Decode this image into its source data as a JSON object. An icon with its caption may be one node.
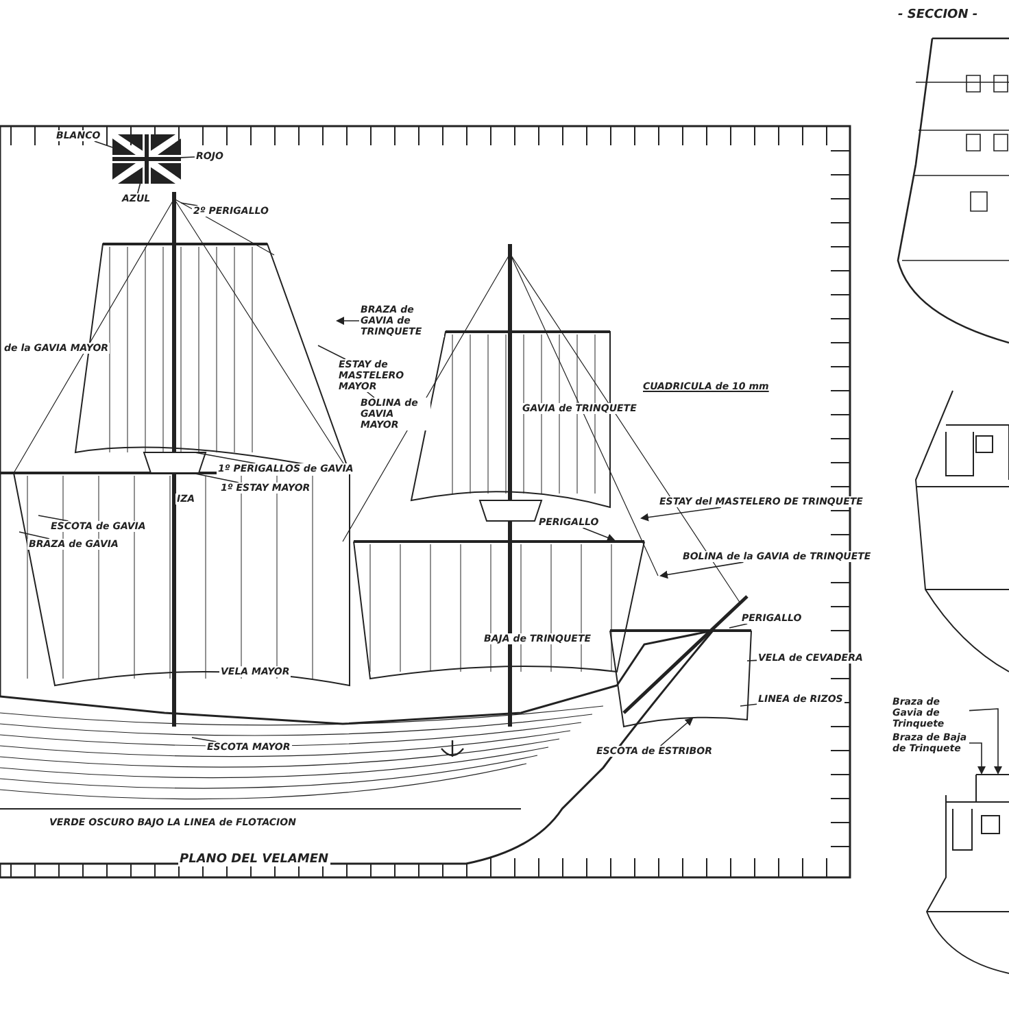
{
  "diagram": {
    "nodes": [
      {
        "text": [
          "BLANCO"
        ]
      },
      {
        "text": [
          "ROJO"
        ]
      },
      {
        "text": [
          "AZUL"
        ]
      },
      {
        "text": [
          "2º PERIGALLO"
        ]
      },
      {
        "text": [
          "de la GAVIA MAYOR"
        ]
      },
      {
        "text": [
          "BRAZA de GAVIA de TRINQUETE"
        ]
      },
      {
        "text": [
          "ESTAY de MASTELERO MAYOR"
        ]
      },
      {
        "text": [
          "BOLINA de GAVIA MAYOR"
        ]
      },
      {
        "text": [
          "1º PERIGALLOS de GAVIA"
        ]
      },
      {
        "text": [
          "1º ESTAY MAYOR"
        ]
      },
      {
        "text": [
          "ESCOTA de GAVIA"
        ]
      },
      {
        "text": [
          "BRAZA de GAVIA"
        ]
      },
      {
        "text": [
          "ESCOTA MAYOR"
        ]
      },
      {
        "text": [
          "ESTAY del MASTELERO DE TRINQUETE"
        ]
      },
      {
        "text": [
          "PERIGALLO"
        ]
      },
      {
        "text": [
          "BOLINA de la GAVIA de TRINQUETE"
        ]
      },
      {
        "text": [
          "PERIGALLO"
        ]
      },
      {
        "text": [
          "VELA de CEVADERA"
        ]
      },
      {
        "text": [
          "LINEA de RIZOS"
        ]
      },
      {
        "text": [
          "ESCOTA de ESTRIBOR"
        ]
      },
      {
        "text": [
          "Braza de Gavia de Trinquete"
        ]
      },
      {
        "text": [
          "Braza de Baja de Trinquete"
        ]
      },
      {
        "text": [],
        "shape": "picture"
      },
      {
        "text": [],
        "shape": "picture"
      }
    ],
    "edges": [
      {
        "from": 0,
        "to": 22,
        "arrow": "none"
      },
      {
        "from": 1,
        "to": 22,
        "arrow": "none"
      },
      {
        "from": 2,
        "to": 22,
        "arrow": "none"
      },
      {
        "from": 3,
        "to": null,
        "arrow": "none"
      },
      {
        "from": 5,
        "to": null,
        "arrow": "to"
      },
      {
        "from": 6,
        "to": null,
        "arrow": "none"
      },
      {
        "from": 7,
        "to": null,
        "arrow": "to"
      },
      {
        "from": 8,
        "to": null,
        "arrow": "none"
      },
      {
        "from": 9,
        "to": null,
        "arrow": "none"
      },
      {
        "from": 10,
        "to": null,
        "arrow": "none"
      },
      {
        "from": 11,
        "to": null,
        "arrow": "none"
      },
      {
        "from": 12,
        "to": null,
        "arrow": "none"
      },
      {
        "from": 13,
        "to": null,
        "arrow": "to"
      },
      {
        "from": 14,
        "to": null,
        "arrow": "to"
      },
      {
        "from": 15,
        "to": null,
        "arrow": "to"
      },
      {
        "from": 16,
        "to": null,
        "arrow": "none"
      },
      {
        "from": 17,
        "to": null,
        "arrow": "none"
      },
      {
        "from": 18,
        "to": null,
        "arrow": "none"
      },
      {
        "from": 19,
        "to": null,
        "arrow": "to"
      },
      {
        "from": 20,
        "to": 23,
        "arrow": "to"
      },
      {
        "from": 21,
        "to": 23,
        "arrow": "to"
      }
    ],
    "labels": [
      "- SECCION -",
      "CUADRICULA de 10 mm",
      "GAVIA de TRINQUETE",
      "IZA",
      "VELA MAYOR",
      "BAJA de TRINQUETE",
      "VERDE OSCURO BAJO LA LINEA de FLOTACION",
      "PLANO DEL VELAMEN"
    ]
  }
}
